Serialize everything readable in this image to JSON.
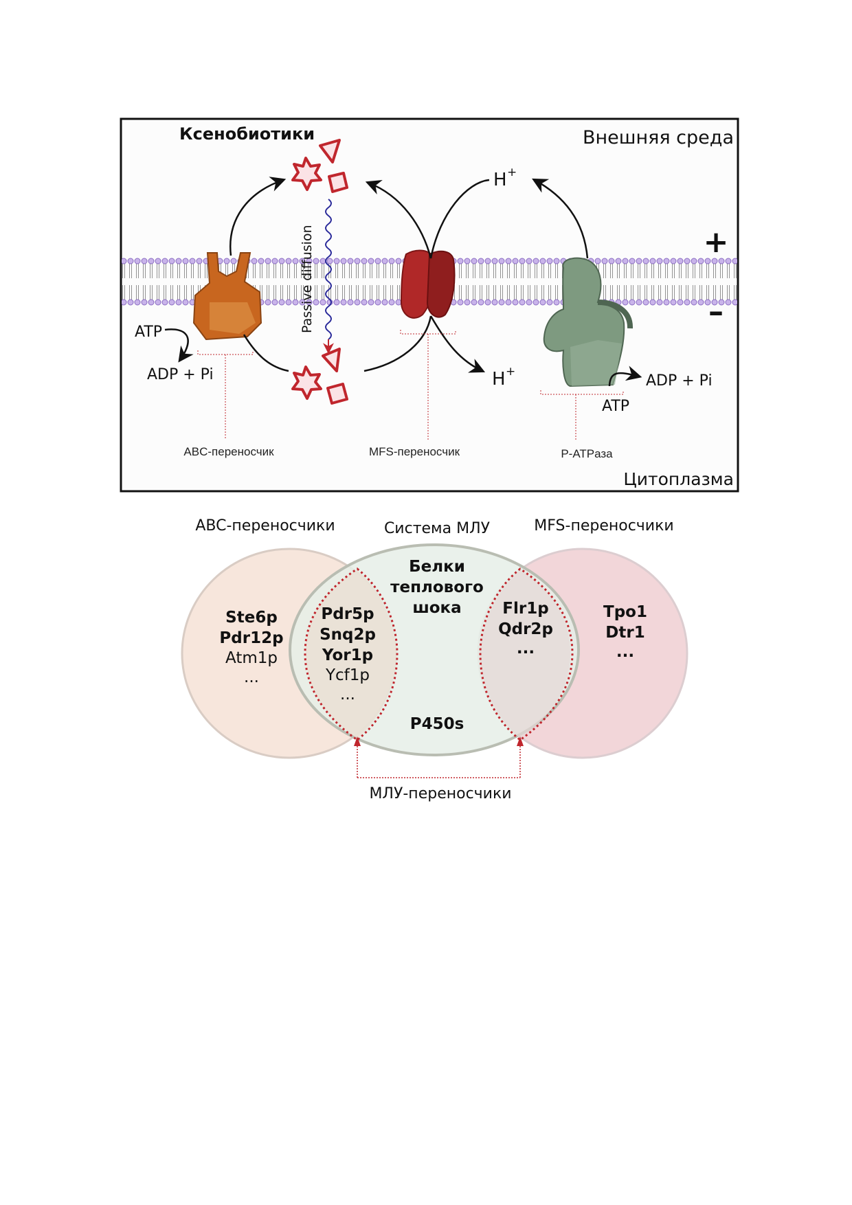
{
  "top_panel": {
    "xenobiotics": "Ксенобиотики",
    "outside": "Внешняя среда",
    "cytoplasm": "Цитоплазма",
    "plus": "+",
    "minus": "–",
    "passive_diffusion": "Passive diffusion",
    "h_out": "H",
    "h_in": "H",
    "h_sup": "+",
    "atp_left": "ATP",
    "adp_left": "ADP + Pi",
    "atp_right": "ATP",
    "adp_right": "ADP + Pi",
    "abc_label": "ABC-переносчик",
    "mfs_label": "MFS-переносчик",
    "patpase_label": "P-ATPаза",
    "colors": {
      "xeno_red": "#c0262d",
      "abc_orange": "#c8661f",
      "mfs_red": "#a82424",
      "patpase_green": "#7e9a80",
      "membrane_purple": "#b59bd8",
      "diffusion_blue": "#2a2a9a"
    }
  },
  "venn": {
    "left_title": "ABC-переносчики",
    "center_title": "Система МЛУ",
    "right_title": "MFS-переносчики",
    "left_items": [
      {
        "text": "Ste6p",
        "bold": true
      },
      {
        "text": "Pdr12p",
        "bold": true
      },
      {
        "text": "Atm1p",
        "bold": false
      },
      {
        "text": "...",
        "bold": false
      }
    ],
    "left_overlap_items": [
      {
        "text": "Pdr5p",
        "bold": true
      },
      {
        "text": "Snq2p",
        "bold": true
      },
      {
        "text": "Yor1p",
        "bold": true
      },
      {
        "text": "Ycf1p",
        "bold": false
      },
      {
        "text": "...",
        "bold": false
      }
    ],
    "center_top": [
      "Белки",
      "теплового",
      "шока"
    ],
    "center_bottom": "P450s",
    "right_overlap_items": [
      {
        "text": "Flr1p",
        "bold": true
      },
      {
        "text": "Qdr2p",
        "bold": true
      },
      {
        "text": "...",
        "bold": true
      }
    ],
    "right_items": [
      {
        "text": "Tpo1",
        "bold": true
      },
      {
        "text": "Dtr1",
        "bold": true
      },
      {
        "text": "...",
        "bold": true
      }
    ],
    "bottom_label": "МЛУ-переносчики",
    "colors": {
      "left_fill": "#f7e6dc",
      "center_fill": "#e6efe8",
      "right_fill": "#f2d6d9",
      "dotted_red": "#c0262d"
    }
  }
}
